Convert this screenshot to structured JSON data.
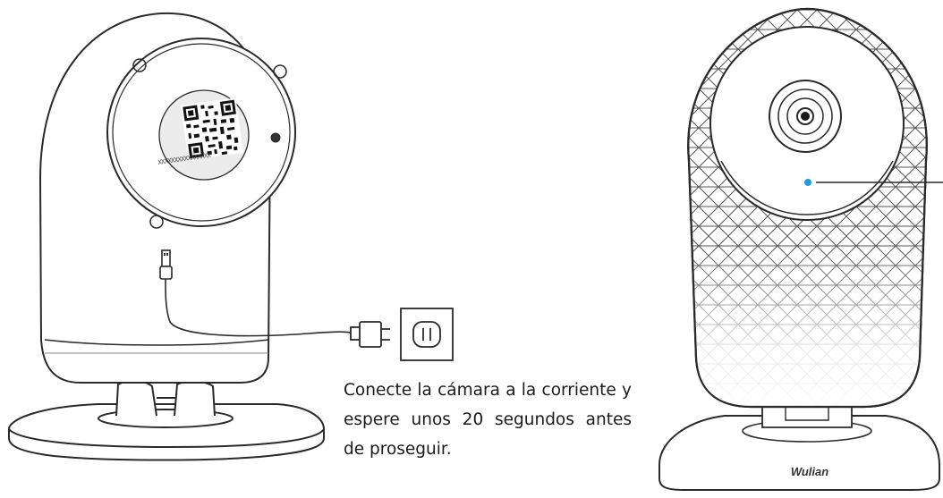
{
  "instruction": {
    "text": "Conecte la cámara a la corriente y espere unos 20 segundos antes de proseguir."
  },
  "labels": {
    "qr_serial": "XXXXXXXXXXXXXXXX",
    "brand": "Wulian"
  },
  "colors": {
    "line": "#2a2a2a",
    "indicator_led": "#1e9be8"
  },
  "icons": {
    "qr": "qr-code",
    "plug": "usb-power-adapter",
    "outlet": "wall-outlet",
    "led": "status-led"
  }
}
